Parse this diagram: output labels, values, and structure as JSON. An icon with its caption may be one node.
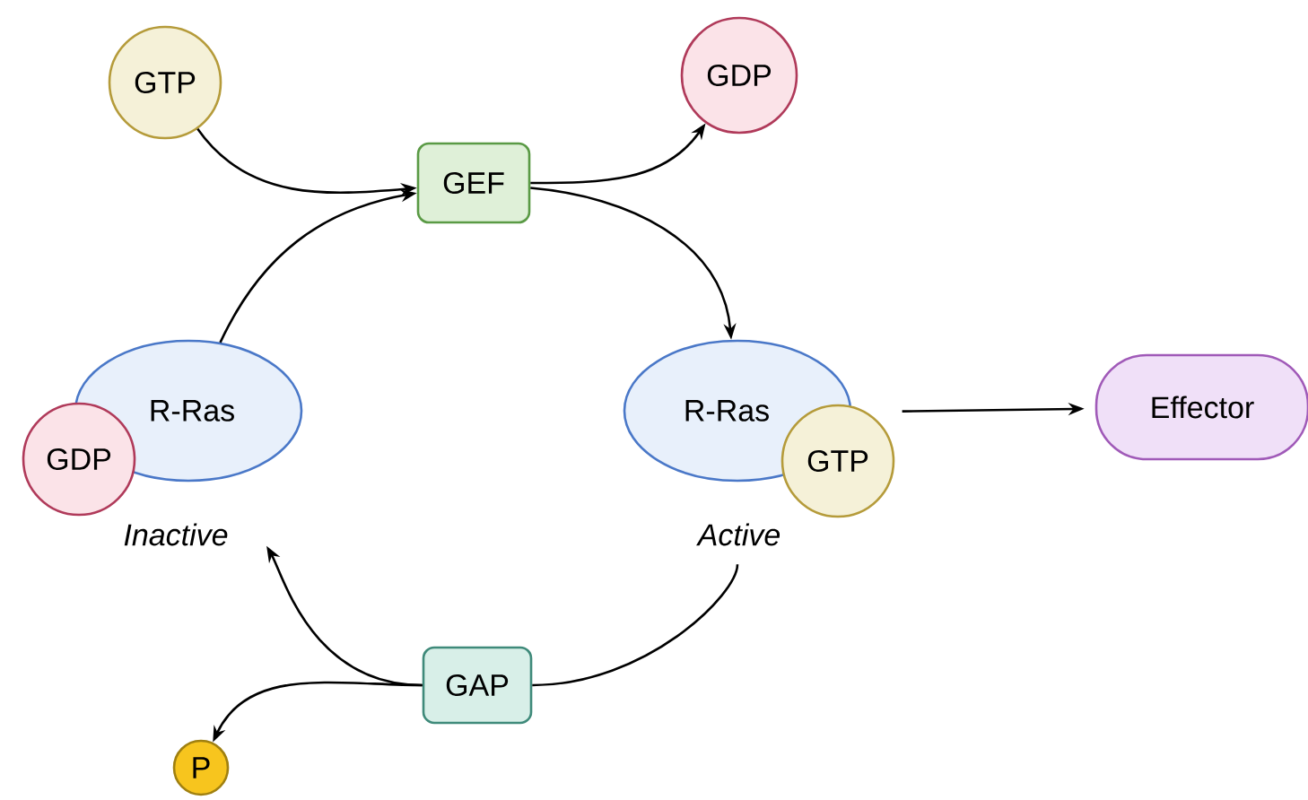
{
  "diagram": {
    "nodes": [
      {
        "text": [
          "GTP"
        ]
      },
      {
        "text": [
          "GEF"
        ]
      },
      {
        "text": [
          "GDP"
        ]
      },
      {
        "text": [
          "R-Ras"
        ]
      },
      {
        "text": [
          "GDP"
        ]
      },
      {
        "text": [
          "R-Ras"
        ]
      },
      {
        "text": [
          "GTP"
        ]
      },
      {
        "text": [
          "Effector"
        ]
      },
      {
        "text": [
          "GAP"
        ]
      },
      {
        "text": [
          "P"
        ]
      }
    ],
    "edges": [
      {
        "from": 0,
        "to": 1,
        "arrow": "to"
      },
      {
        "from": 3,
        "to": 1,
        "arrow": "to"
      },
      {
        "from": 1,
        "to": 2,
        "arrow": "to"
      },
      {
        "from": 1,
        "to": 5,
        "arrow": "to"
      },
      {
        "from": 5,
        "to": 8,
        "arrow": "none"
      },
      {
        "from": 8,
        "to": 3,
        "arrow": "to"
      },
      {
        "from": 8,
        "to": 9,
        "arrow": "to"
      },
      {
        "from": 6,
        "to": 7,
        "arrow": "to"
      }
    ],
    "labels": [
      "Inactive",
      "Active"
    ]
  }
}
